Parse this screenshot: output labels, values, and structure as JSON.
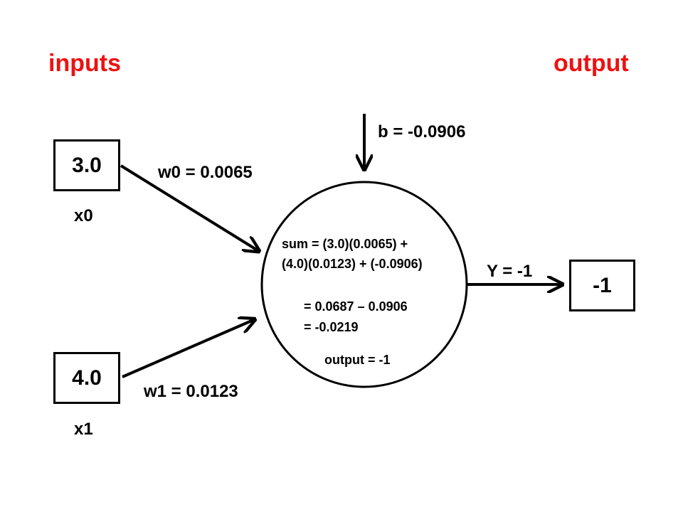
{
  "headings": {
    "inputs": "inputs",
    "output": "output"
  },
  "inputs": [
    {
      "value": "3.0",
      "name": "x0",
      "weight": "w0 = 0.0065"
    },
    {
      "value": "4.0",
      "name": "x1",
      "weight": "w1 = 0.0123"
    }
  ],
  "bias": "b = -0.0906",
  "neuron": {
    "sum_line1": "sum = (3.0)(0.0065)  +",
    "sum_line2": "(4.0)(0.0123)  + (-0.0906)",
    "eq_line1": "= 0.0687 – 0.0906",
    "eq_line2": "= -0.0219",
    "output": "output =  -1"
  },
  "output_label": "Y = -1",
  "output_value": "-1",
  "colors": {
    "heading": "#ee1111",
    "stroke": "#000000"
  }
}
